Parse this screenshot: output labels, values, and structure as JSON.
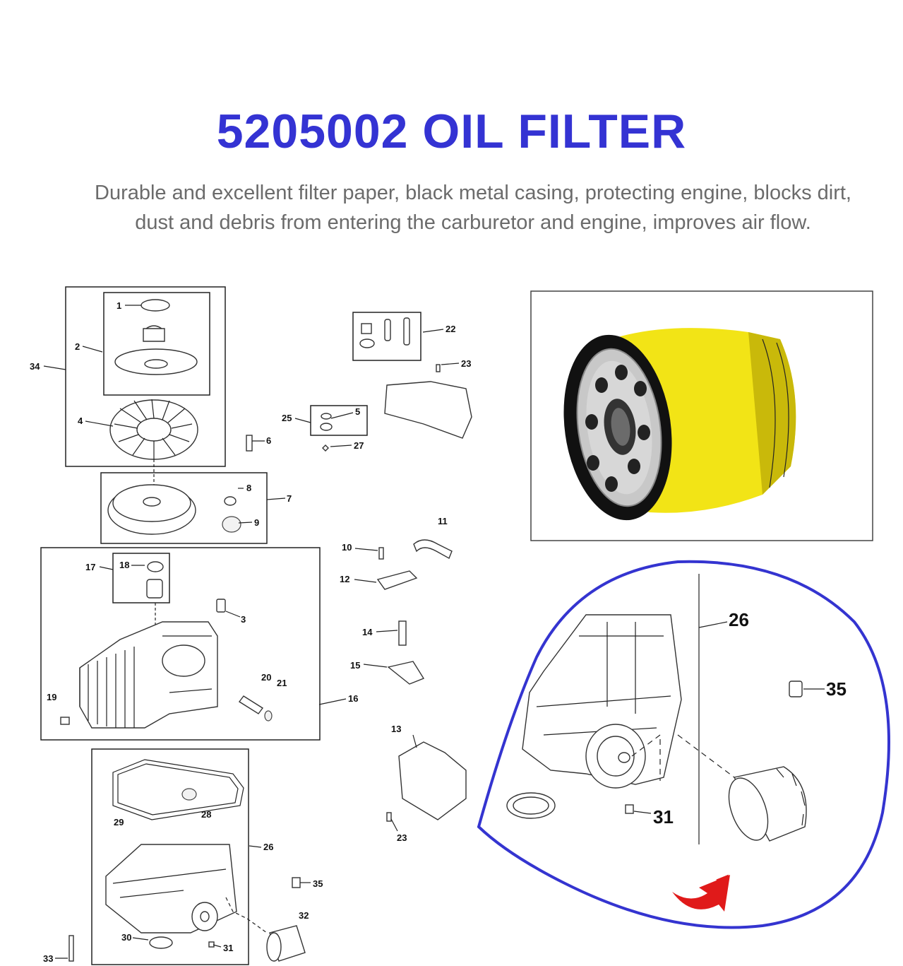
{
  "header": {
    "title": "5205002 OIL FILTER",
    "description_line1": "Durable and excellent filter paper, black metal casing, protecting engine, blocks dirt,",
    "description_line2": "dust and debris from entering the carburetor and engine, improves air flow."
  },
  "colors": {
    "title": "#3433d3",
    "text": "#6b6b6b",
    "filter_body": "#f2e416",
    "filter_shadow": "#c9b90a",
    "callout_outline": "#3434d0",
    "arrow": "#e01a1a"
  },
  "diagram": {
    "part_labels": [
      "1",
      "2",
      "3",
      "4",
      "5",
      "6",
      "7",
      "8",
      "9",
      "10",
      "11",
      "12",
      "13",
      "14",
      "15",
      "16",
      "17",
      "18",
      "19",
      "20",
      "21",
      "22",
      "23",
      "23",
      "25",
      "26",
      "27",
      "28",
      "29",
      "30",
      "31",
      "32",
      "33",
      "34",
      "35"
    ],
    "zoom_labels": [
      "26",
      "35",
      "31"
    ]
  }
}
